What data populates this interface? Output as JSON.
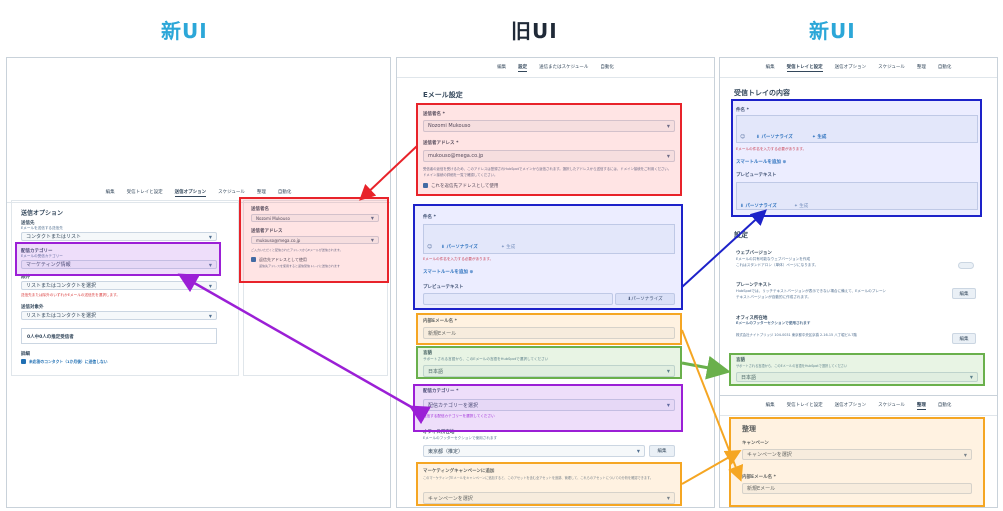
{
  "headings": {
    "left": "新UI",
    "middle": "旧UI",
    "right": "新UI"
  },
  "left_panel": {
    "tabs": [
      "編集",
      "受信トレイと設定",
      "送信オプション",
      "スケジュール",
      "整理",
      "自動化"
    ],
    "active_tab_index": 2,
    "section_title": "送信オプション",
    "recipient_label": "送信先",
    "recipient_help": "Eメールを送信する送信先",
    "recipient_placeholder": "コンタクトまたはリスト",
    "subscription_label": "配信カテゴリー",
    "subscription_help": "Eメールの受信カテゴリー",
    "subscription_value": "マーケティング情報",
    "exclude_label": "除外",
    "exclude_placeholder": "リストまたはコンタクトを選択",
    "exclude_error": "送信先または除外のいずれかEメールの送信先を選択します。",
    "exclude2_label": "送信対象外",
    "exclude2_placeholder": "リストまたはコンタクトを選択",
    "count_text": "0人中0人の推定受信者",
    "advanced_label": "詳細",
    "unengaged_text": "未応答のコンタクト（1か月後）に送信しない",
    "from_name_label": "送信者名",
    "from_name_value": "Nozomi Mukouso",
    "from_address_label": "送信者アドレス",
    "from_address_value": "mukouso@mega.co.jp",
    "from_help": "ご入力いただくと配信されたアドレスからEメールが送信されます。",
    "reply_label": "返信先アドレスとして使用",
    "reply_help": "返信先アドレスを使用すると返信受信トレイに送信されます"
  },
  "middle_panel": {
    "tabs": [
      "編集",
      "設定",
      "送信またはスケジュール",
      "自動化"
    ],
    "active_tab_index": 1,
    "section_title": "Eメール設定",
    "from_name_label": "送信者名 *",
    "from_name_value": "Nozomi Mukouso",
    "from_address_label": "送信者アドレス *",
    "from_address_value": "mukouso@mega.co.jp",
    "from_help_1": "受信者の返信を受けるため、このアドレスは登録されHubSpotでメインから返信されます。選択したアドレスから送信するには、ドメイン接続をご利用ください。",
    "from_help_2": "ドメイン接続の詳細を一覧で確認してください。",
    "reply_label": "これを返信先アドレスとして使用",
    "subject_label": "件名 *",
    "personalize": "パーソナライズ",
    "generate": "生成",
    "subject_error": "Eメールの件名を入力する必要があります。",
    "smart_rules": "スマートルールを追加",
    "preview_label": "プレビューテキスト",
    "preview_button": "パーソナライズ",
    "internal_name_label": "内部Eメール名 *",
    "internal_name_value": "新規Eメール",
    "language_label": "言語",
    "language_help": "サポートされる言語から、このEメールの言語をHubSpotで選択してください",
    "language_value": "日本語",
    "category_label": "配信カテゴリー *",
    "category_value": "配信カテゴリーを選択",
    "category_help": "送信する配信カテゴリーを選択してください",
    "office_label": "オフィス所在地",
    "office_help": "Eメールのフッターセクションで使用されます",
    "office_value": "東京都（推定）",
    "office_button": "編集",
    "campaign_label": "マーケティングキャンペーンに追加",
    "campaign_help": "このマーケティングEメールをキャンペーンに追加すると、このアセットを含む全アセットを追跡、管理して、これらのアセットについての分析を確認できます。",
    "campaign_value": "キャンペーンを選択"
  },
  "right_panel": {
    "tabs": [
      "編集",
      "受信トレイと設定",
      "送信オプション",
      "スケジュール",
      "整理",
      "自動化"
    ],
    "active_tab_index": 1,
    "inbox_title": "受信トレイの内容",
    "subject_label": "件名 *",
    "personalize": "パーソナライズ",
    "generate": "生成",
    "subject_error": "Eメールの件名を入力する必要があります。",
    "smart_rules": "スマートルールを追加",
    "preview_label": "プレビューテキスト",
    "preview_personalize": "パーソナライズ",
    "preview_generate": "生成",
    "settings_title": "設定",
    "web_version_label": "ウェブバージョン",
    "web_version_help_1": "Eメールの共有可能なウェブバージョンを作成",
    "web_version_help_2": "これはスタンドアロン（単体）ページになります。",
    "plain_text_label": "プレーンテキスト",
    "plain_text_help_1": "HubSpotでは、リッチテキストバージョンが表示できない場合に備えて、Eメールのプレーン",
    "plain_text_help_2": "テキストバージョンが自動的に作成されます。",
    "plain_text_button": "編集",
    "office_label": "オフィス所在地",
    "office_help": "Eメールのフッターセクションで使用されます",
    "office_value": "株式会社ナイトブリッジ 104-0031 東京都中央区京橋 2-16-15 八丁堀ビル7階",
    "office_button": "編集",
    "language_label": "言語",
    "language_help": "サポートされる言語から、このEメールの言語をHubSpotで選択してください",
    "language_value": "日本語"
  },
  "right_panel_bottom": {
    "tabs": [
      "編集",
      "受信トレイと設定",
      "送信オプション",
      "スケジュール",
      "整理",
      "自動化"
    ],
    "active_tab_index": 4,
    "title": "整理",
    "campaign_label": "キャンペーン",
    "campaign_value": "キャンペーンを選択",
    "internal_name_label": "内部Eメール名 *",
    "internal_name_value": "新規Eメール"
  },
  "highlight_colors": {
    "red": "#e8232a",
    "blue": "#1d22c9",
    "purple": "#9b1fd6",
    "orange": "#f5a623",
    "green": "#6ab04c"
  }
}
